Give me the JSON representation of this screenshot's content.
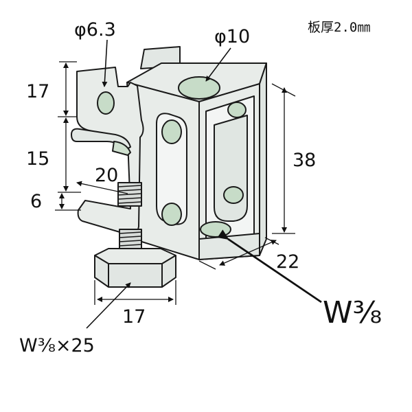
{
  "diagram": {
    "thickness_label": "板厚2.0㎜",
    "dimensions": {
      "hole_small": "φ6.3",
      "hole_large": "φ10",
      "height_top": "17",
      "height_mid": "15",
      "gap": "6",
      "height_total": "38",
      "depth": "20",
      "width": "22",
      "nut_width": "17"
    },
    "callouts": {
      "rod_thread": "W⅜",
      "bolt_spec": "W⅜×25"
    },
    "colors": {
      "metal": "#e8ece9",
      "metal_shade": "#cfd6d2",
      "hole_fill": "#c7dcc8",
      "outline": "#1a1a1a"
    }
  }
}
